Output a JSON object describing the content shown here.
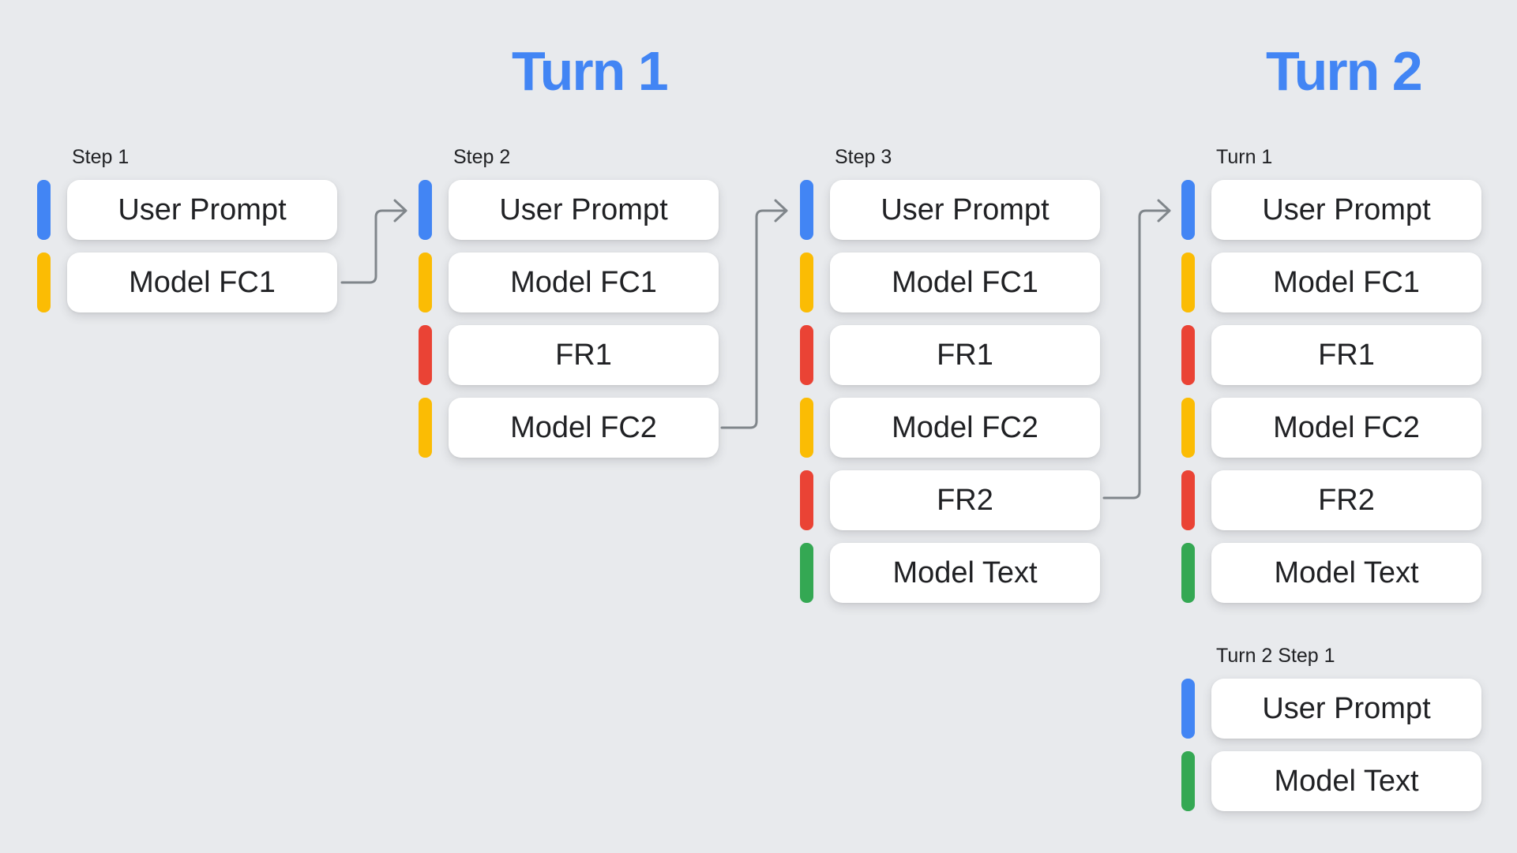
{
  "palette": {
    "background": "#E8EAED",
    "card_bg": "#FFFFFF",
    "card_text": "#202124",
    "label_text": "#202124",
    "title_blue": "#4285F4",
    "arrow_gray": "#80868B",
    "bar_user_prompt": "#4285F4",
    "bar_model_fc": "#FBBC04",
    "bar_function_response": "#EA4335",
    "bar_model_text": "#34A853"
  },
  "titles": [
    {
      "text": "Turn 1"
    },
    {
      "text": "Turn 2"
    }
  ],
  "groups": [
    {
      "label": "Step 1",
      "items": [
        {
          "text": "User Prompt",
          "type": "user_prompt"
        },
        {
          "text": "Model FC1",
          "type": "model_fc"
        }
      ]
    },
    {
      "label": "Step 2",
      "items": [
        {
          "text": "User Prompt",
          "type": "user_prompt"
        },
        {
          "text": "Model FC1",
          "type": "model_fc"
        },
        {
          "text": "FR1",
          "type": "function_response"
        },
        {
          "text": "Model FC2",
          "type": "model_fc"
        }
      ]
    },
    {
      "label": "Step 3",
      "items": [
        {
          "text": "User Prompt",
          "type": "user_prompt"
        },
        {
          "text": "Model FC1",
          "type": "model_fc"
        },
        {
          "text": "FR1",
          "type": "function_response"
        },
        {
          "text": "Model FC2",
          "type": "model_fc"
        },
        {
          "text": "FR2",
          "type": "function_response"
        },
        {
          "text": "Model Text",
          "type": "model_text"
        }
      ]
    },
    {
      "label": "Turn 1",
      "items": [
        {
          "text": "User Prompt",
          "type": "user_prompt"
        },
        {
          "text": "Model FC1",
          "type": "model_fc"
        },
        {
          "text": "FR1",
          "type": "function_response"
        },
        {
          "text": "Model FC2",
          "type": "model_fc"
        },
        {
          "text": "FR2",
          "type": "function_response"
        },
        {
          "text": "Model Text",
          "type": "model_text"
        }
      ]
    },
    {
      "label": "Turn 2 Step 1",
      "items": [
        {
          "text": "User Prompt",
          "type": "user_prompt"
        },
        {
          "text": "Model Text",
          "type": "model_text"
        }
      ]
    }
  ]
}
